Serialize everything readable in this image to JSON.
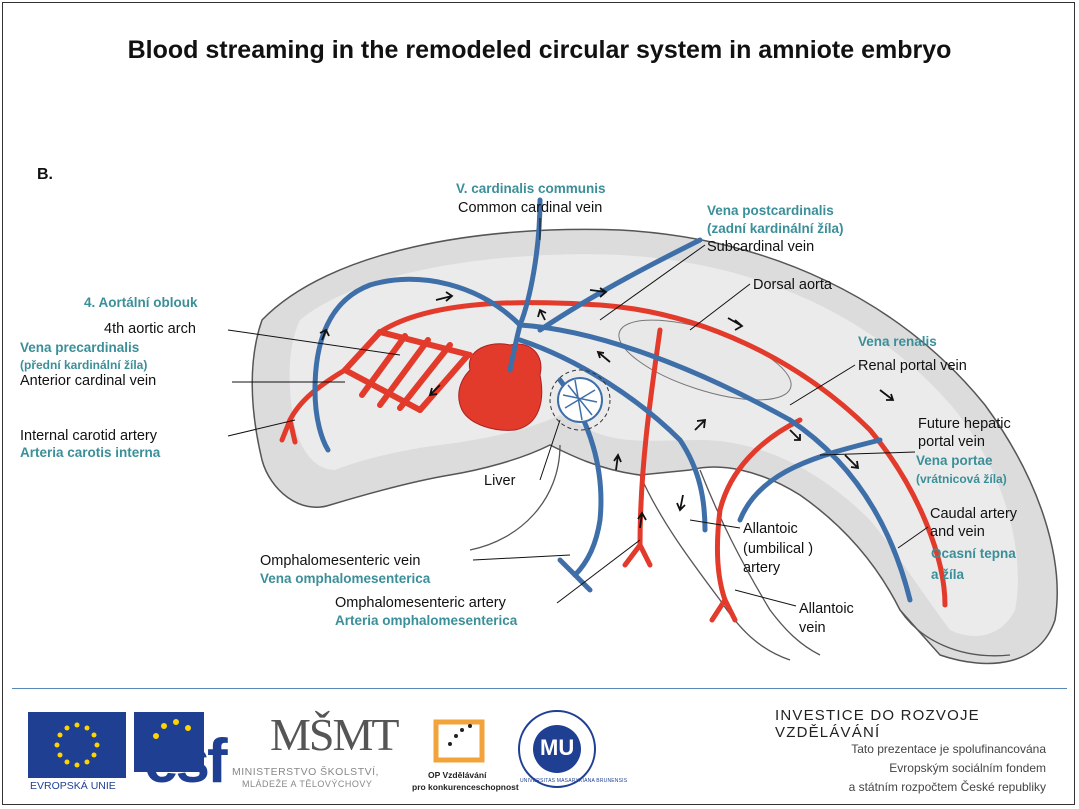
{
  "title": "Blood streaming in the remodeled circular system in amniote embryo",
  "panel_label": "B.",
  "labels": {
    "common_cardinal_cz": "V. cardinalis  communis",
    "common_cardinal_en": "Common cardinal vein",
    "postcardinal_cz_1": "Vena postcardinalis",
    "postcardinal_cz_2": "(zadní kardinální  žíla)",
    "subcardinal_en": "Subcardinal vein",
    "dorsal_aorta_en": "Dorsal aorta",
    "aortic_arch_cz": "4. Aortální  oblouk",
    "aortic_arch_en": "4th aortic arch",
    "precardinal_cz_1": "Vena precardinalis",
    "precardinal_cz_2": "(přední kardinální žíla)",
    "anterior_cardinal_en": "Anterior cardinal vein",
    "renalis_cz": "Vena renalis",
    "renal_portal_en": "Renal portal vein",
    "internal_carotid_en": "Internal carotid artery",
    "internal_carotid_cz": "Arteria carotis interna",
    "hepatic_portal_en_1": "Future hepatic",
    "hepatic_portal_en_2": "portal vein",
    "portae_cz_1": "Vena portae",
    "portae_cz_2": "(vrátnicová žíla)",
    "liver_en": "Liver",
    "caudal_en_1": "Caudal artery",
    "caudal_en_2": "and vein",
    "caudal_cz_1": "Ocasní  tepna",
    "caudal_cz_2": "a žíla",
    "allantoic_artery_1": "Allantoic",
    "allantoic_artery_2": "(umbilical )",
    "allantoic_artery_3": "artery",
    "omphalo_vein_en": "Omphalomesenteric vein",
    "omphalo_vein_cz": "Vena omphalomesenterica",
    "omphalo_artery_en": "Omphalomesenteric artery",
    "omphalo_artery_cz": "Arteria omphalomesenterica",
    "allantoic_vein_1": "Allantoic",
    "allantoic_vein_2": "vein"
  },
  "footer": {
    "heading": "INVESTICE DO ROZVOJE VZDĚLÁVÁNÍ",
    "line1": "Tato prezentace je spolufinancována",
    "line2": "Evropským sociálním fondem",
    "line3": "a státním rozpočtem České republiky",
    "eu_label": "EVROPSKÁ UNIE",
    "esf_label": "esf",
    "msmt_logo": "MŠMT",
    "msmt_label_1": "MINISTERSTVO ŠKOLSTVÍ,",
    "msmt_label_2": "MLÁDEŽE A TĚLOVÝCHOVY",
    "op_label_1": "OP Vzdělávání",
    "op_label_2": "pro konkurenceschopnost",
    "muni_logo": "MU",
    "muni_ring": "UNIVERSITAS MASARYKIANA BRUNENSIS"
  },
  "colors": {
    "artery": "#e23a2b",
    "vein": "#3e6fa8",
    "accent_text": "#3a8f99",
    "embryo_gray": "#d4d4d4",
    "eu_blue": "#1f3f93",
    "eu_star": "#ffd500",
    "op_orange": "#f2a33a"
  }
}
